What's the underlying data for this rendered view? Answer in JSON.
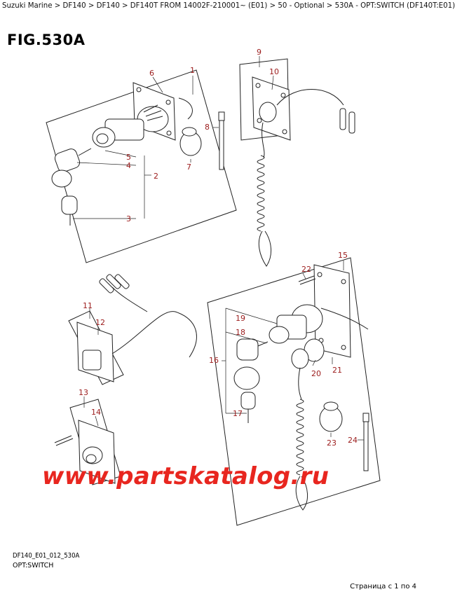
{
  "breadcrumb": "Suzuki Marine > DF140 > DF140 > DF140T FROM 14002F-210001~ (E01) > 50 - Optional > 530A - OPT:SWITCH (DF140T:E01)",
  "figure_title": "FIG.530A",
  "callouts": [
    "1",
    "2",
    "3",
    "4",
    "5",
    "6",
    "7",
    "8",
    "9",
    "10",
    "11",
    "12",
    "13",
    "14",
    "15",
    "16",
    "17",
    "18",
    "19",
    "20",
    "21",
    "22",
    "23",
    "24"
  ],
  "watermark": "www.partskatalog.ru",
  "diagram_code": "DF140_E01_012_530A",
  "caption": "OPT:SWITCH",
  "page_indicator": "Страница с 1 по 4"
}
